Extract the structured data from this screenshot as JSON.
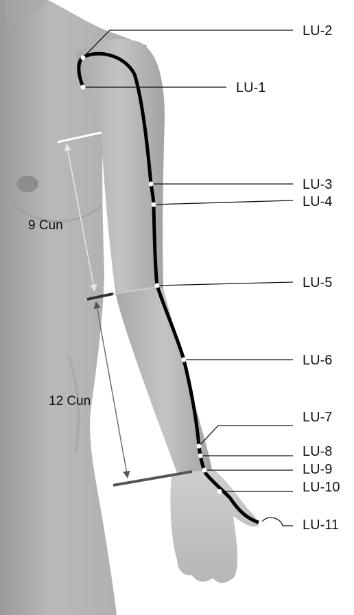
{
  "colors": {
    "skin": "#b4b4b4",
    "skin_shadow": "#8f8f8f",
    "meridian": "#000000",
    "point_fill": "#ffffff",
    "leader": "#111111",
    "measure": "#7a7a7a"
  },
  "points": [
    {
      "id": "LU-1",
      "label": "LU-1"
    },
    {
      "id": "LU-2",
      "label": "LU-2"
    },
    {
      "id": "LU-3",
      "label": "LU-3"
    },
    {
      "id": "LU-4",
      "label": "LU-4"
    },
    {
      "id": "LU-5",
      "label": "LU-5"
    },
    {
      "id": "LU-6",
      "label": "LU-6"
    },
    {
      "id": "LU-7",
      "label": "LU-7"
    },
    {
      "id": "LU-8",
      "label": "LU-8"
    },
    {
      "id": "LU-9",
      "label": "LU-9"
    },
    {
      "id": "LU-10",
      "label": "LU-10"
    },
    {
      "id": "LU-11",
      "label": "LU-11"
    }
  ],
  "measurements": [
    {
      "id": "upper-arm",
      "label": "9 Cun"
    },
    {
      "id": "forearm",
      "label": "12 Cun"
    }
  ]
}
